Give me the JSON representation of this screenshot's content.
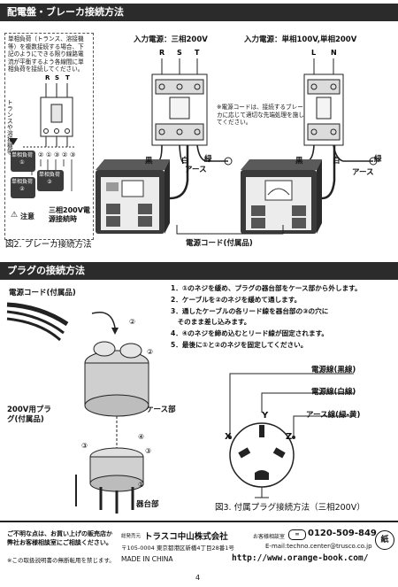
{
  "section1": {
    "title": "配電盤・ブレーカ接続方法",
    "note": "単相負荷（トランス、溶接機等）を複数接続する場合、下記のようにできる限り線路電流が平衡するよう各線間に単相負荷を接続してください。",
    "side_label": "トランスや溶接機等",
    "rst": [
      "R",
      "S",
      "T"
    ],
    "terminals": [
      "①",
      "②",
      "①",
      "③",
      "②",
      "③"
    ],
    "load1": "単相負荷①",
    "load2": "単相負荷②",
    "load3": "単相負荷③",
    "caution_label": "注意",
    "caution_text": "三相200V電源接続時",
    "left_title": "入力電源：三相200V",
    "right_title": "入力電源：単相100V,単相200V",
    "ln": [
      "L",
      "N"
    ],
    "cord_note": "※電源コードは、接続するブレーカに応じて適切な先端処理を施してください。",
    "black": "黒",
    "white": "白",
    "green": "緑",
    "earth": "アース",
    "power_cord": "電源コード(付属品)",
    "caption": "図2. ブレーカ接続方法"
  },
  "section2": {
    "title": "プラグの接続方法",
    "power_cord": "電源コード(付属品)",
    "steps": [
      "1．①のネジを緩め、プラグの器台部をケース部から外します。",
      "2．ケーブルを②のネジを緩めて通します。",
      "3．通したケーブルの各リード線を器台部の③の穴に",
      "　そのまま差し込みます。",
      "4．④のネジを締め込むとリード線が固定されます。",
      "5．最後に①と②のネジを固定してください。"
    ],
    "plug_label": "200V用プラグ(付属品)",
    "case_label": "ケース部",
    "base_label": "器台部",
    "callouts": [
      "①",
      "②",
      "②",
      "③",
      "④",
      "③"
    ],
    "wire_black": "電源線(黒線)",
    "wire_white": "電源線(白線)",
    "wire_earth": "アース線(緑-黄)",
    "x": "X",
    "y": "Y",
    "z": "Z",
    "caption": "図3. 付属プラグ接続方法（三相200V）"
  },
  "footer": {
    "left1": "ご不明な点は、お買い上げの販売店か弊社お客様相談室にご相談ください。",
    "left2": "※この取扱説明書の無断転用を禁じます。",
    "seller_label": "総発売元",
    "company": "トラスコ中山株式会社",
    "address": "〒105-0004 東京都港区新橋4丁目28番1号",
    "made_in": "MADE IN CHINA",
    "consult_label": "お客様相談室",
    "phone": "0120-509-849",
    "email": "E-mail:techno.center@trusco.co.jp",
    "url": "http://www.orange-book.com/",
    "paper_label": "紙",
    "page": "4"
  }
}
